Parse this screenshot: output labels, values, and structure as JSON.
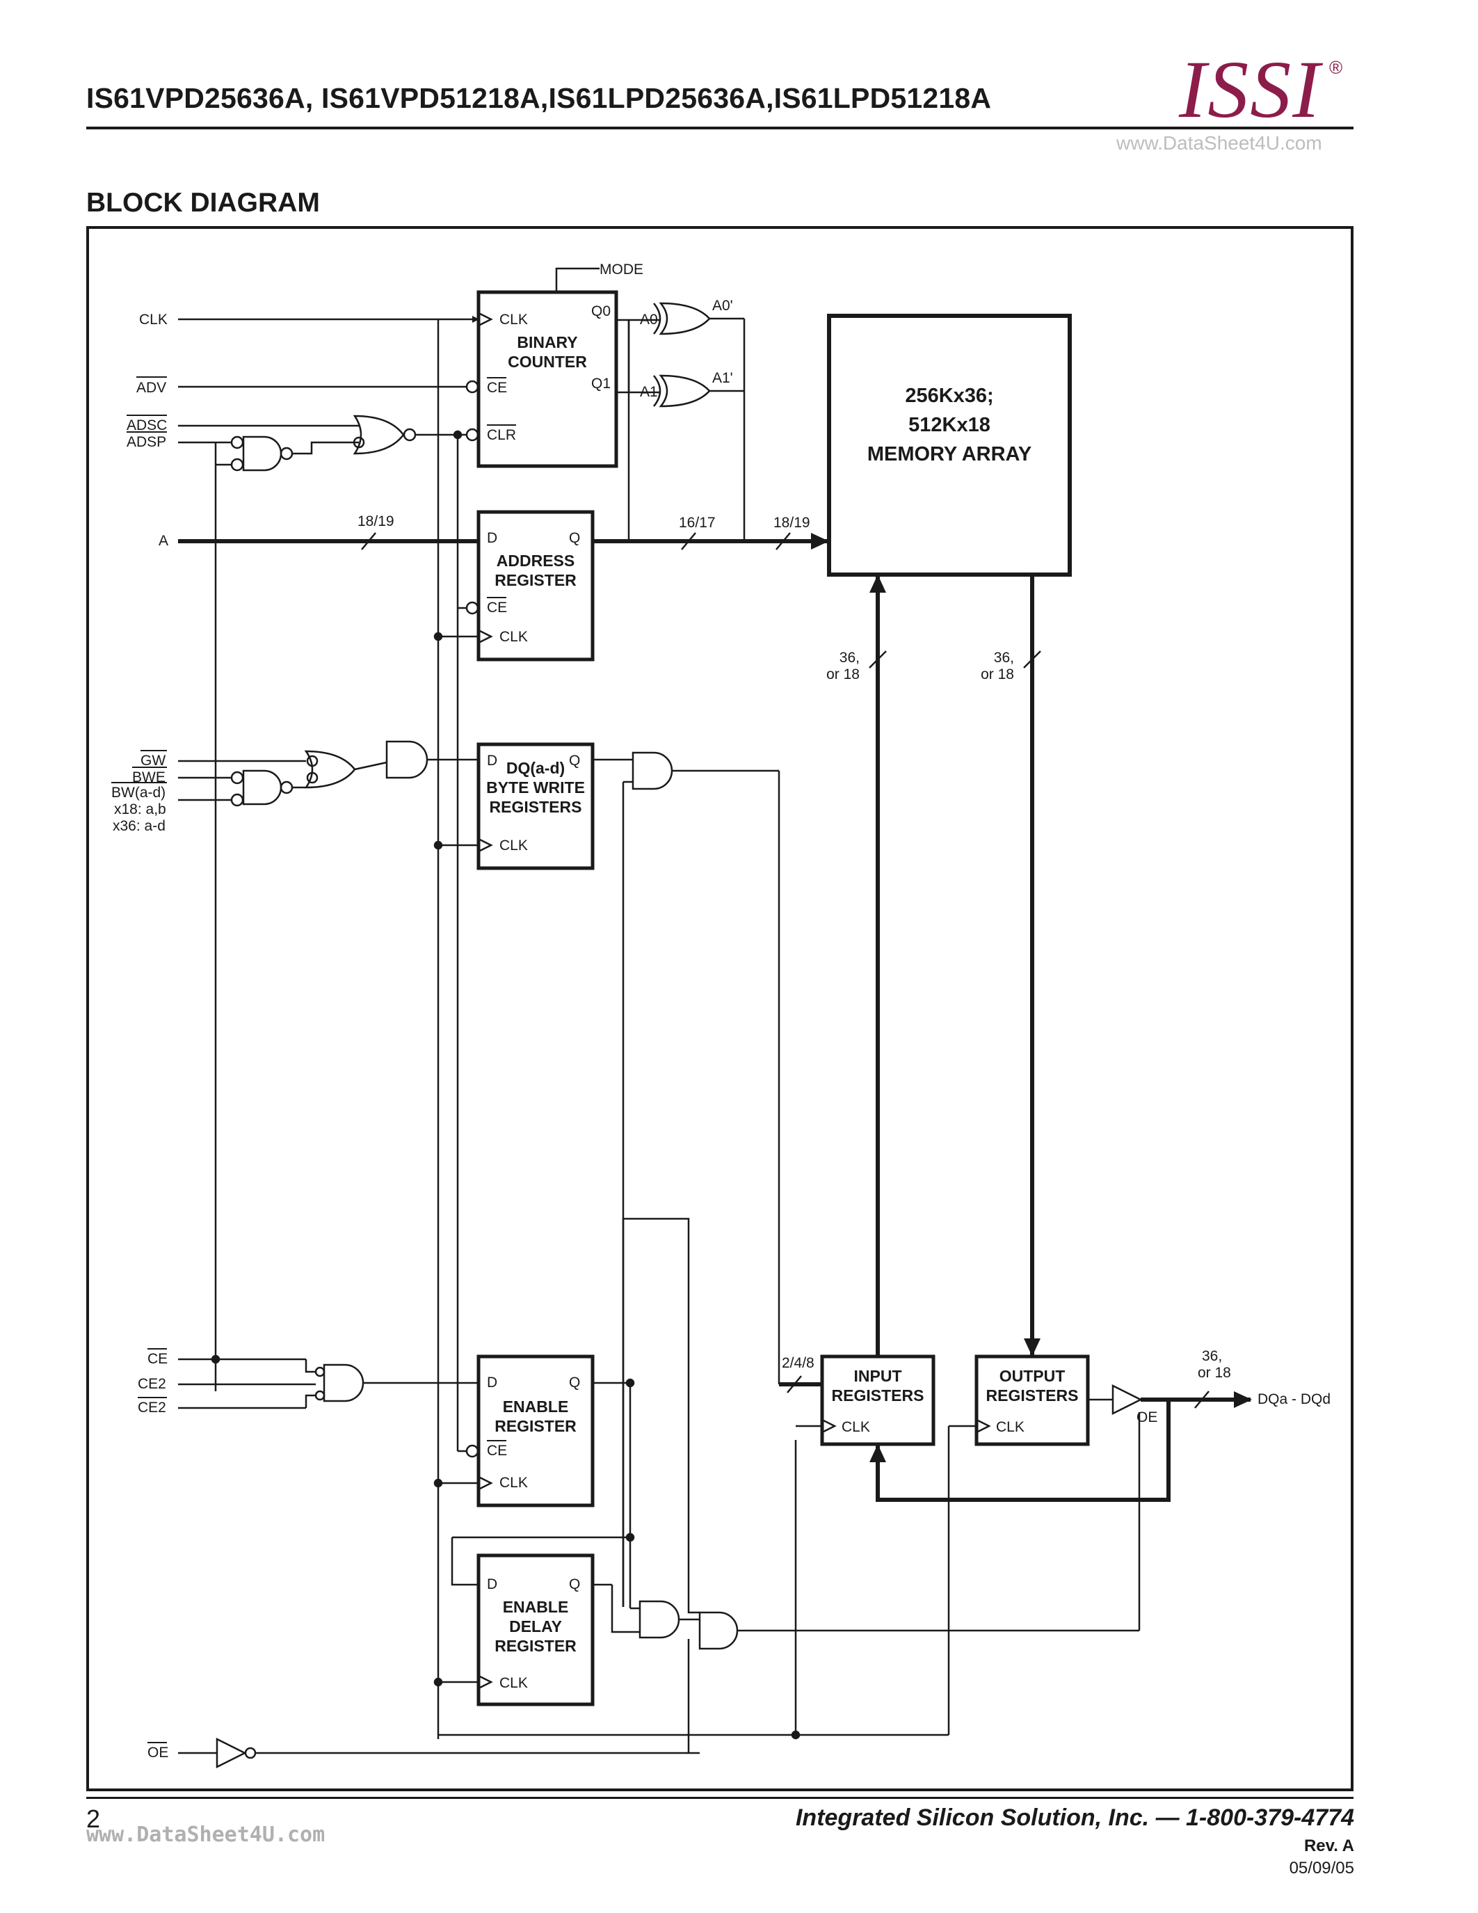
{
  "header": {
    "part_numbers": "IS61VPD25636A,  IS61VPD51218A,IS61LPD25636A,IS61LPD51218A",
    "logo": "ISSI",
    "registered_mark": "®",
    "watermark": "www.DataSheet4U.com"
  },
  "section_title": "BLOCK DIAGRAM",
  "signals": {
    "mode": "MODE",
    "clk": "CLK",
    "adv": "ADV",
    "adsc": "ADSC",
    "adsp": "ADSP",
    "a": "A",
    "gw": "GW",
    "bwe": "BWE",
    "bw": "BW(a-d)",
    "x18": "x18: a,b",
    "x36": "x36: a-d",
    "ce": "CE",
    "ce2": "CE2",
    "ce2b": "CE2",
    "oe": "OE",
    "dq_out": "DQa - DQd"
  },
  "blocks": {
    "binary_counter": {
      "line1": "BINARY",
      "line2": "COUNTER",
      "clk": "CLK",
      "ce": "CE",
      "clr": "CLR",
      "q0": "Q0",
      "q1": "Q1"
    },
    "address_register": {
      "line1": "ADDRESS",
      "line2": "REGISTER",
      "d": "D",
      "q": "Q",
      "ce": "CE",
      "clk": "CLK"
    },
    "byte_write": {
      "line1": "DQ(a-d)",
      "line2": "BYTE WRITE",
      "line3": "REGISTERS",
      "d": "D",
      "q": "Q",
      "clk": "CLK"
    },
    "enable_register": {
      "line1": "ENABLE",
      "line2": "REGISTER",
      "d": "D",
      "q": "Q",
      "ce": "CE",
      "clk": "CLK"
    },
    "enable_delay": {
      "line1": "ENABLE",
      "line2": "DELAY",
      "line3": "REGISTER",
      "d": "D",
      "q": "Q",
      "clk": "CLK"
    },
    "memory_array": {
      "line1": "256Kx36;",
      "line2": "512Kx18",
      "line3": "MEMORY ARRAY"
    },
    "input_registers": {
      "line1": "INPUT",
      "line2": "REGISTERS",
      "clk": "CLK"
    },
    "output_registers": {
      "line1": "OUTPUT",
      "line2": "REGISTERS",
      "clk": "CLK"
    }
  },
  "bus_labels": {
    "addr_in": "18/19",
    "counter_bits": "16/17",
    "addr_mem": "18/19",
    "a0": "A0",
    "a1": "A1",
    "a0p": "A0'",
    "a1p": "A1'",
    "width_in_1": "36,",
    "width_in_2": "or 18",
    "width_out_1": "36,",
    "width_out_2": "or 18",
    "byte_bits": "2/4/8",
    "dq_1": "36,",
    "dq_2": "or 18",
    "oe_buf": "OE"
  },
  "footer": {
    "page_number": "2",
    "watermark": "www.DataSheet4U.com",
    "company": "Integrated Silicon Solution, Inc. — 1-800-379-4774",
    "rev": "Rev.  A",
    "date": "05/09/05"
  }
}
